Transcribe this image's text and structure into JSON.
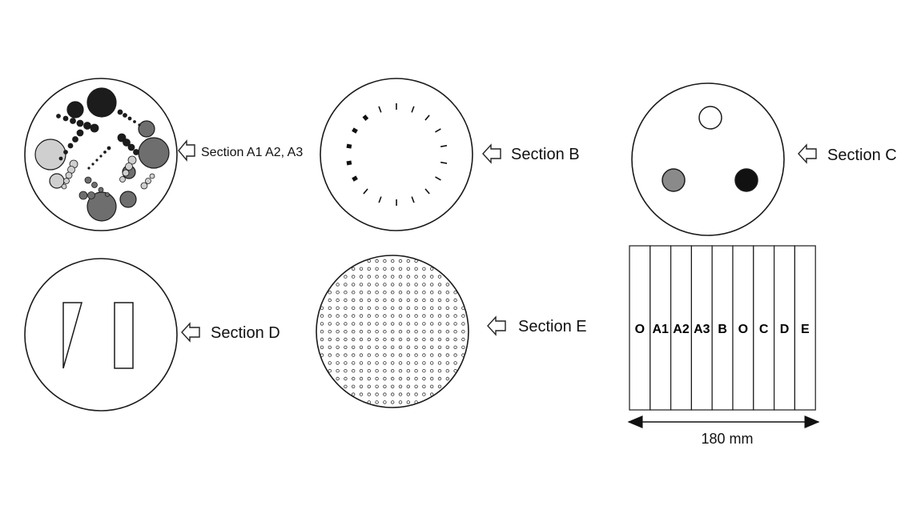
{
  "sections": {
    "a": {
      "label": "Section A1 A2, A3"
    },
    "b": {
      "label": "Section B"
    },
    "c": {
      "label": "Section C"
    },
    "d": {
      "label": "Section D"
    },
    "e": {
      "label": "Section E"
    }
  },
  "stack": {
    "slices": [
      "O",
      "A1",
      "A2",
      "A3",
      "B",
      "O",
      "C",
      "D",
      "E"
    ],
    "width_label": "180 mm"
  },
  "colors": {
    "stroke": "#1a1a1a",
    "dark": "#1c1c1c",
    "mid": "#6e6e6e",
    "light": "#cfcfcf"
  }
}
